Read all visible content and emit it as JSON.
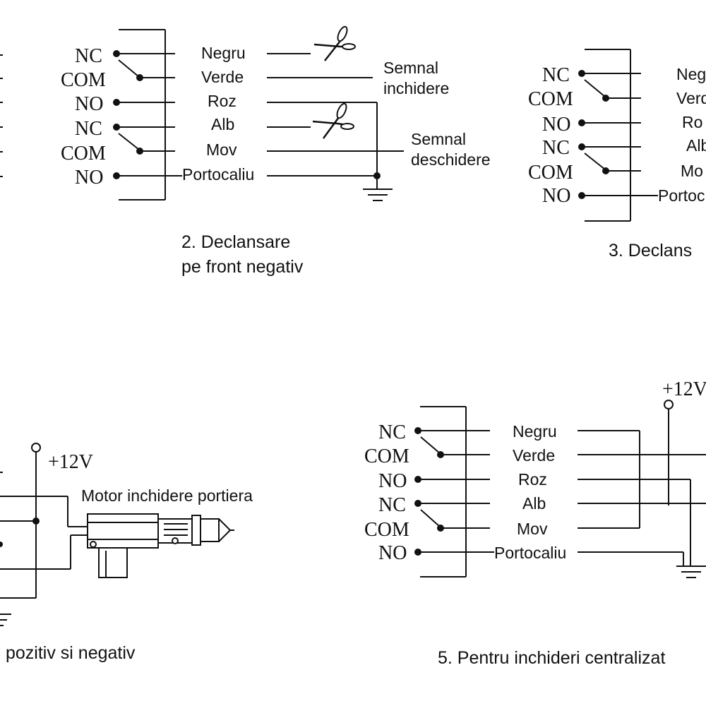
{
  "relay_labels": [
    "NC",
    "COM",
    "NO",
    "NC",
    "COM",
    "NO"
  ],
  "wire_colors": [
    "Negru",
    "Verde",
    "Roz",
    "Alb",
    "Mov",
    "Portocaliu"
  ],
  "diagram2": {
    "signal_close": [
      "Semnal",
      "inchidere"
    ],
    "signal_open": [
      "Semnal",
      "deschidere"
    ],
    "caption": [
      "2. Declansare",
      "pe front negativ"
    ]
  },
  "diagram3": {
    "wire_colors": [
      "Negr",
      "Verd",
      "Ro",
      "Alb",
      "Mo",
      "Portoc"
    ],
    "caption": "3. Declans"
  },
  "diagram4": {
    "voltage": "+12V",
    "motor_label": "Motor inchidere portiera",
    "caption": "pozitiv si negativ"
  },
  "diagram5": {
    "voltage": "+12V",
    "caption": "5. Pentru inchideri centralizat"
  },
  "icons": [
    "scissors-icon",
    "ground-icon",
    "relay-switch-icon",
    "door-lock-motor-icon"
  ]
}
